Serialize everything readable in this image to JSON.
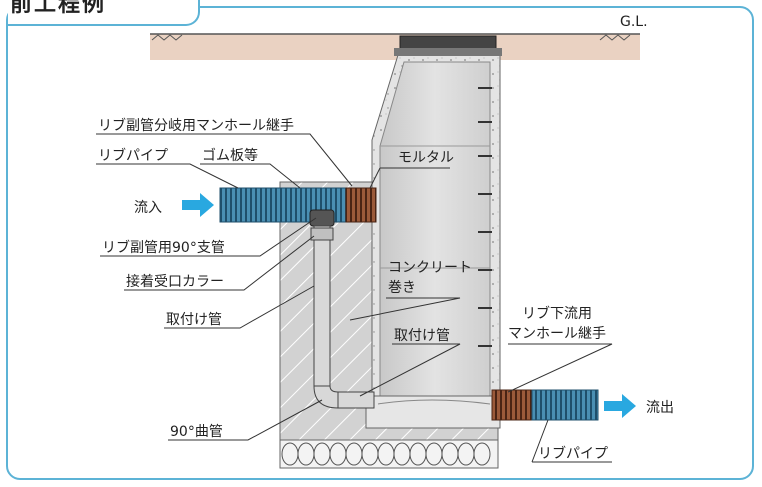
{
  "title": "前工程例",
  "labels": {
    "gl": "G.L.",
    "branch_joint": "リブ副管分岐用マンホール継手",
    "rib_pipe_top": "リブパイプ",
    "rubber_plate": "ゴム板等",
    "mortar": "モルタル",
    "inflow": "流入",
    "branch_90": "リブ副管用90°支管",
    "adhesive_collar": "接着受口カラー",
    "concrete_line1": "コンクリート",
    "concrete_line2": "巻き",
    "mounting_pipe_left": "取付け管",
    "mounting_pipe_mid": "取付け管",
    "downstream_joint_line1": "リブ下流用",
    "downstream_joint_line2": "マンホール継手",
    "bend_90": "90°曲管",
    "outflow": "流出",
    "rib_pipe_bottom": "リブパイプ"
  },
  "colors": {
    "frame": "#5cb3d6",
    "arrow": "#29a8e0",
    "pipe_blue": "#3a7ea0",
    "joint_brown": "#8a4a2e",
    "ground": "#e8c9b5",
    "concrete": "#d9d9d9"
  }
}
